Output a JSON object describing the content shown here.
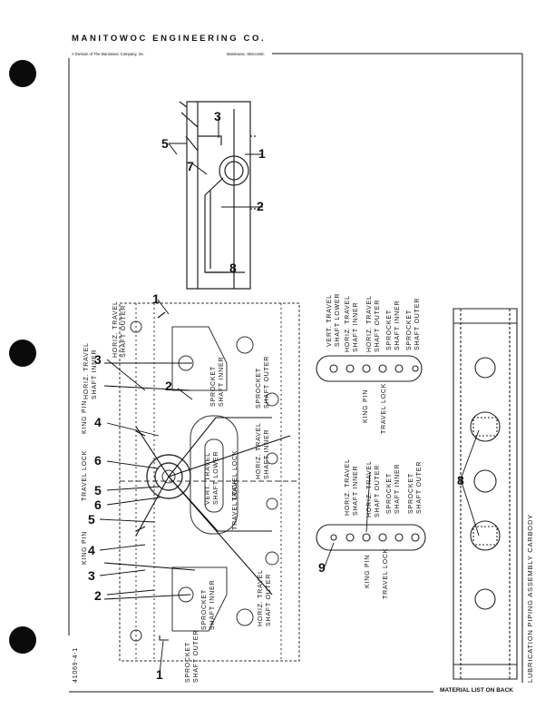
{
  "header": {
    "company": "MANITOWOC ENGINEERING CO.",
    "division": "A Division of The Manitowoc Company, Inc.",
    "location": "Manitowoc, Wisconsin"
  },
  "footer": {
    "drawing_number": "41069-4-1",
    "title": "LUBRICATION PIPING ASSEMBLY CARBODY",
    "material_list": "MATERIAL LIST ON BACK"
  },
  "callouts": {
    "c1": "1",
    "c2": "2",
    "c3": "3",
    "c4": "4",
    "c5": "5",
    "c6": "6",
    "c7": "7",
    "c8": "8",
    "c9": "9"
  },
  "labels": {
    "sprocket": "SPROCKET",
    "shaft_outer": "SHAFT OUTER",
    "shaft_inner": "SHAFT INNER",
    "shaft_lower": "SHAFT LOWER",
    "horiz_travel": "HORIZ. TRAVEL",
    "vert_travel": "VERT. TRAVEL",
    "king_pin": "KING PIN",
    "travel_lock": "TRAVEL LOCK"
  }
}
